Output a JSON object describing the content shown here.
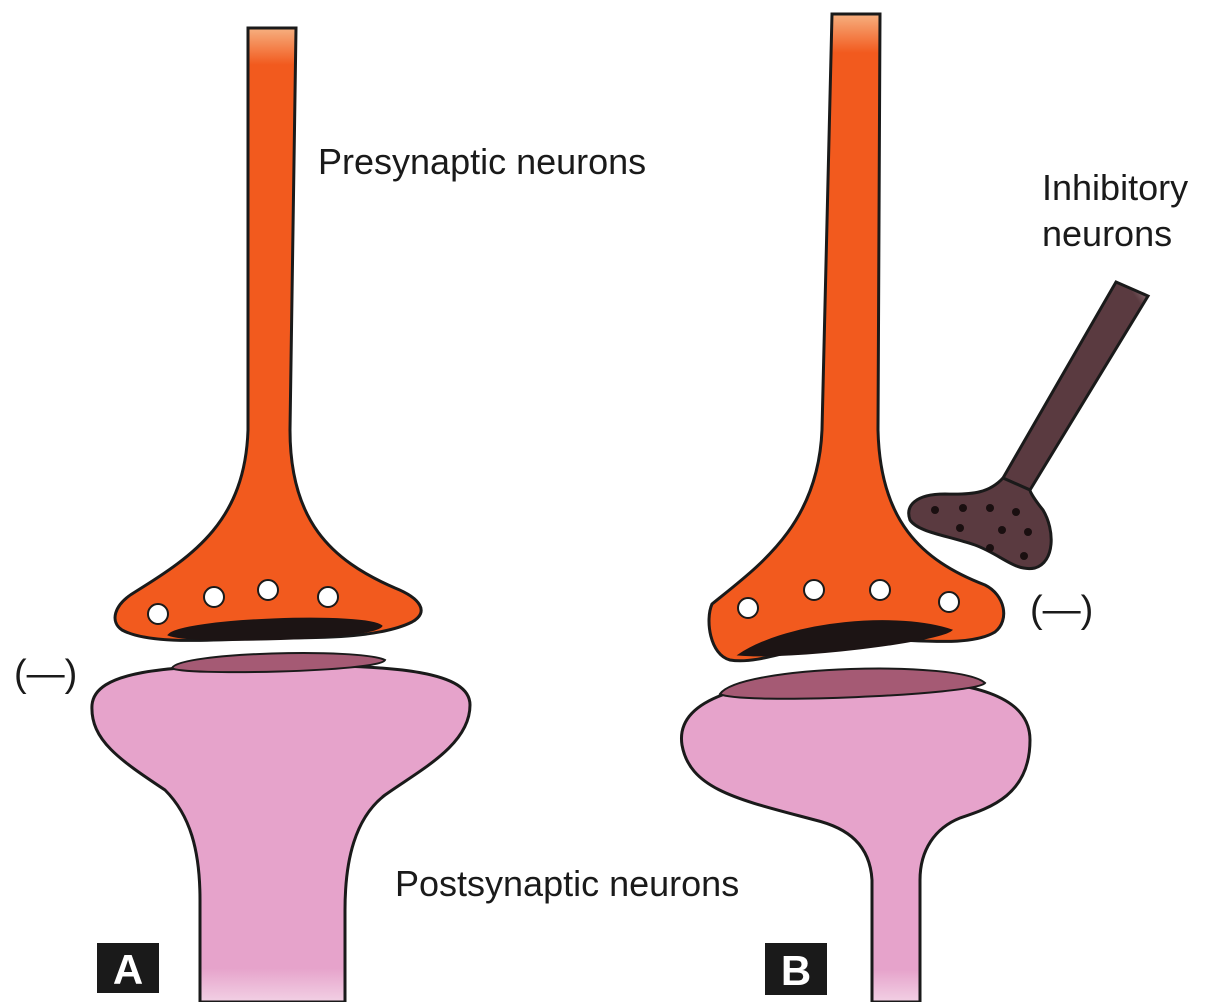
{
  "labels": {
    "presynaptic": "Presynaptic neurons",
    "inhibitory_line1": "Inhibitory",
    "inhibitory_line2": "neurons",
    "postsynaptic": "Postsynaptic neurons",
    "minus_a": "(—)",
    "minus_b": "(—)",
    "panel_a": "A",
    "panel_b": "B"
  },
  "colors": {
    "presynaptic_fill": "#f25a1e",
    "presynaptic_stroke": "#1a1a1a",
    "postsynaptic_fill": "#e6a3cb",
    "postsynaptic_stroke": "#1a1a1a",
    "membrane_fill": "#a55a74",
    "synaptic_cleft_dark": "#1c1414",
    "vesicle_fill": "#ffffff",
    "inhibitory_fill": "#5a3a40",
    "inhibitory_dots": "#1a0f10",
    "panel_badge": "#1a1a1a"
  }
}
